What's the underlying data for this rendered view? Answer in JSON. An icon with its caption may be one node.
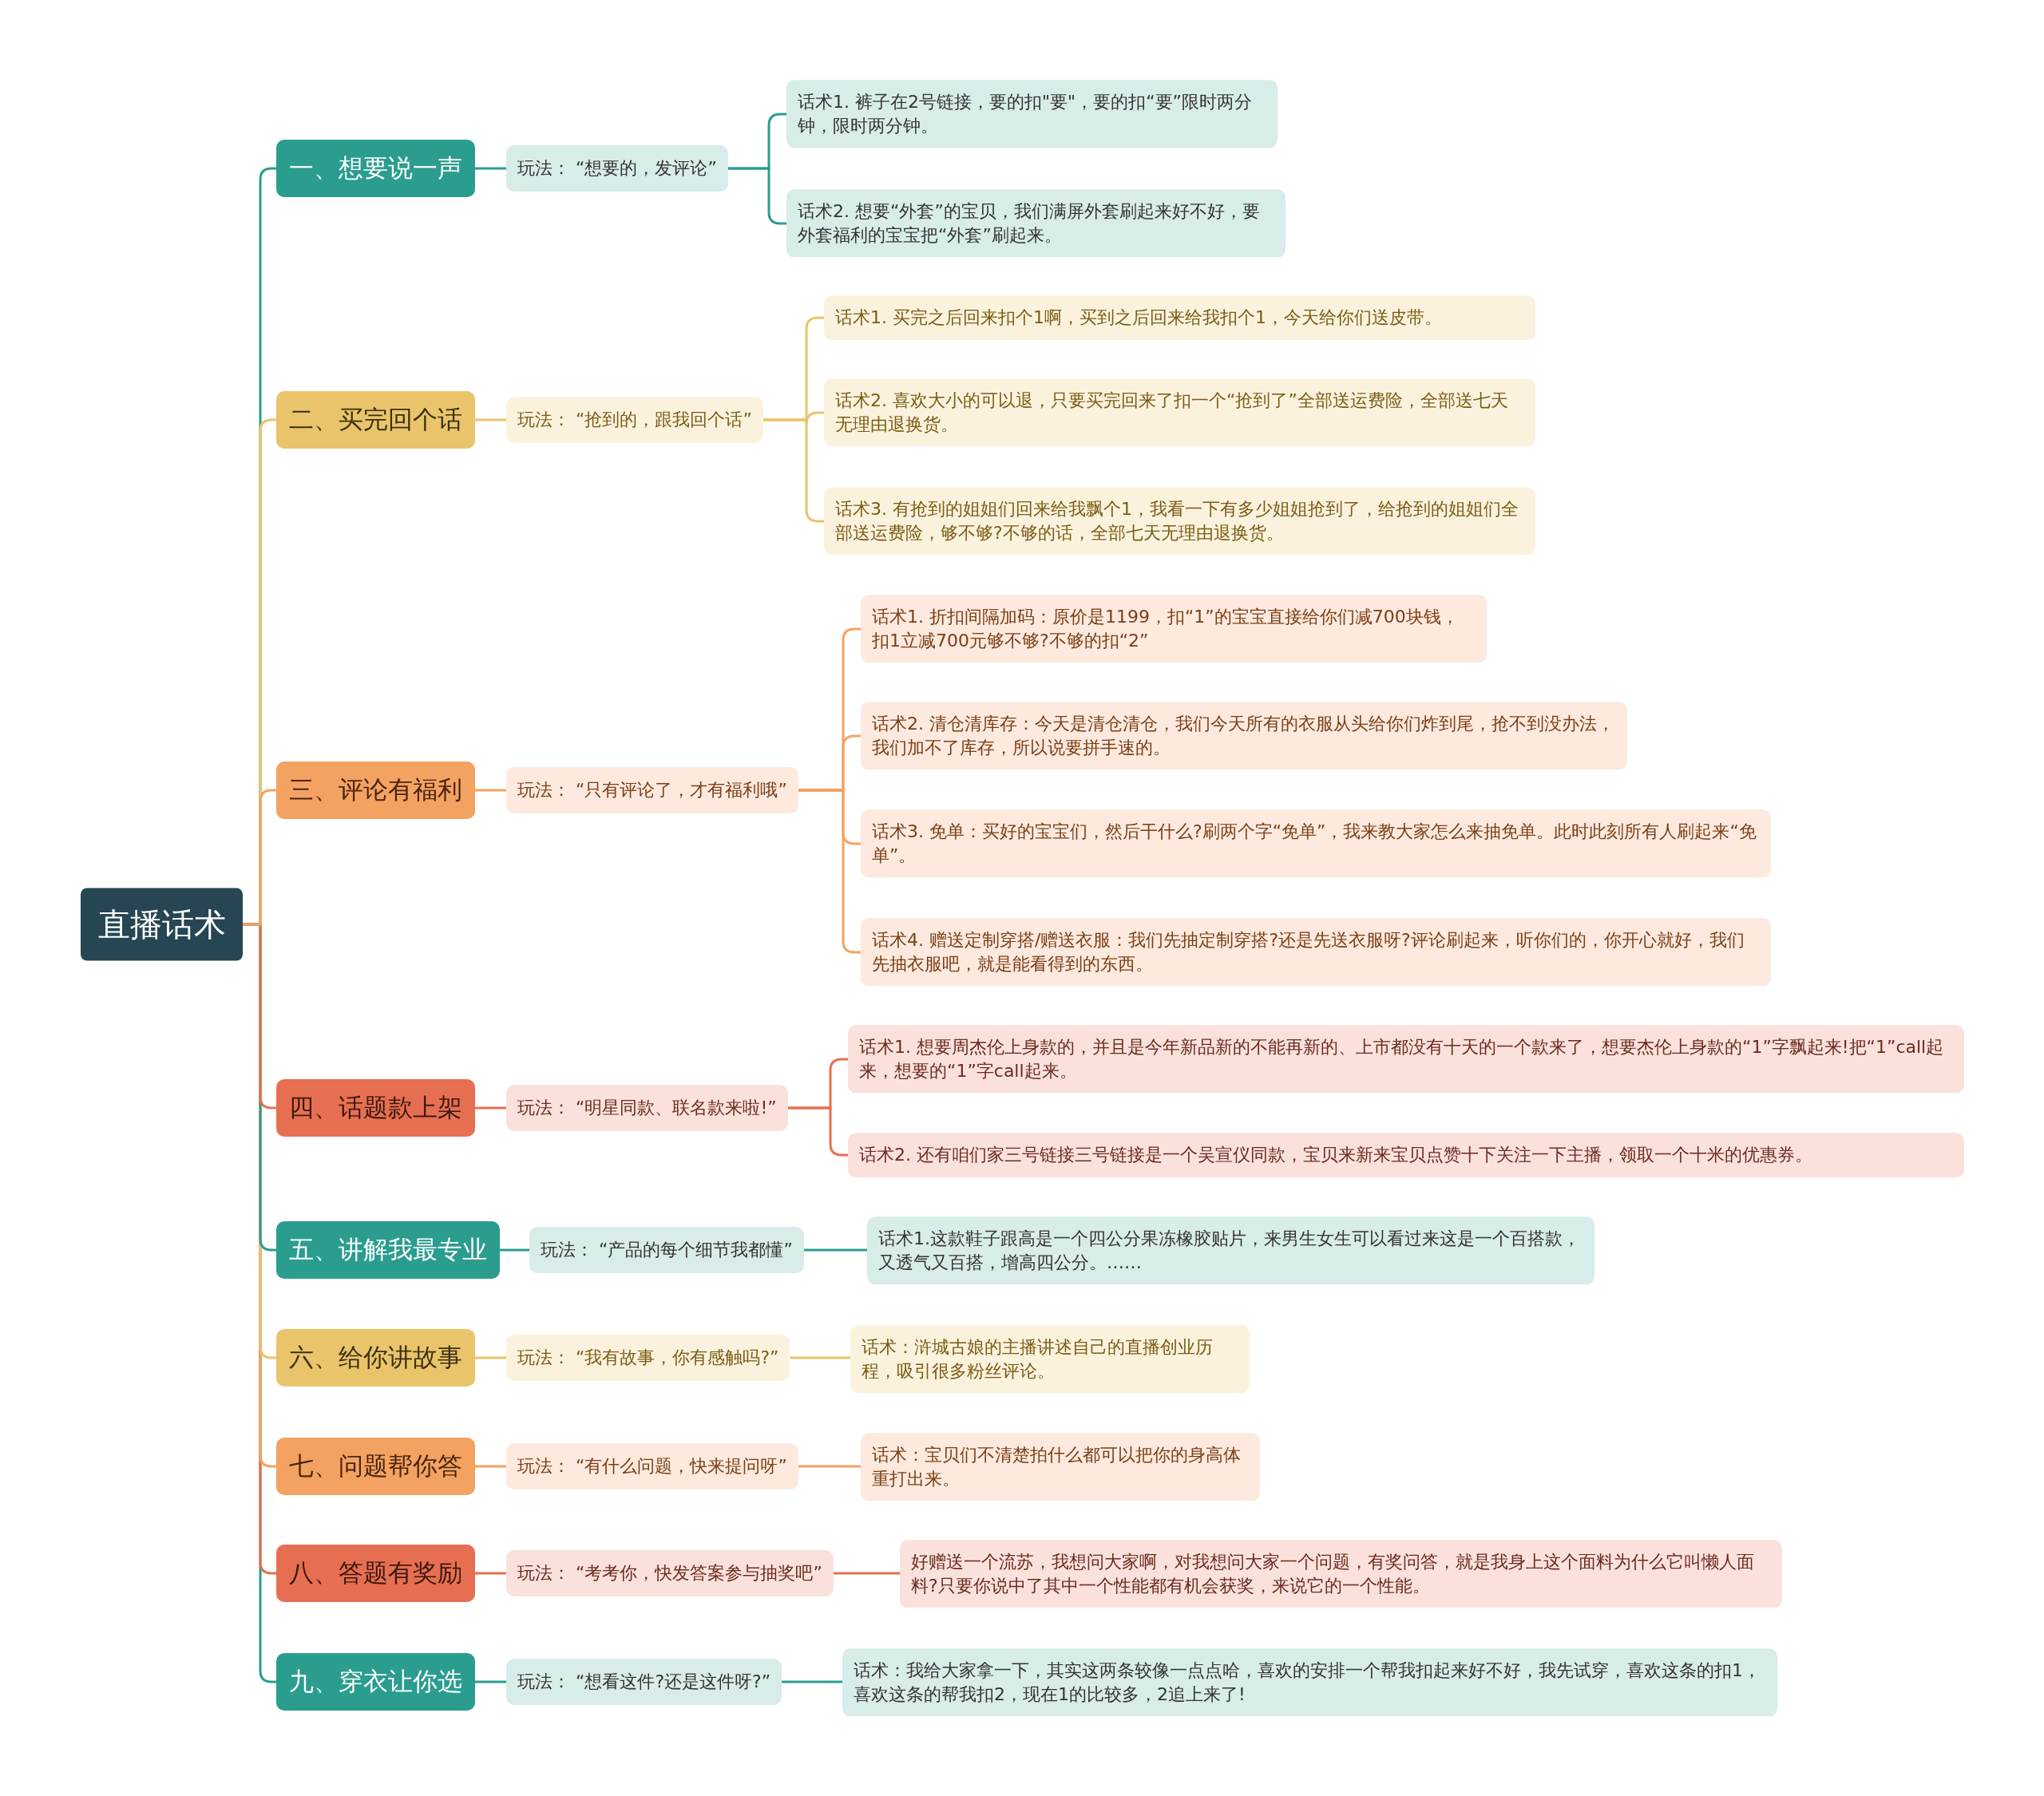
{
  "diagram": {
    "nodes": [
      {
        "text": [
          "直播话术"
        ]
      },
      {
        "text": [
          "一、想要说一声"
        ]
      },
      {
        "text": [
          "玩法： “想要的，发评论”"
        ]
      },
      {
        "text": [
          "话术1. 裤子在2号链接，要的扣\"要\"，要的扣“要”限时两分钟，限时两分钟。"
        ]
      },
      {
        "text": [
          "话术2. 想要“外套”的宝贝，我们满屏外套刷起来好不好，要外套福利的宝宝把“外套”刷起来。"
        ]
      },
      {
        "text": [
          "二、买完回个话"
        ]
      },
      {
        "text": [
          "玩法： “抢到的，跟我回个话”"
        ]
      },
      {
        "text": [
          "话术1. 买完之后回来扣个1啊，买到之后回来给我扣个1，今天给你们送皮带。"
        ]
      },
      {
        "text": [
          "话术2. 喜欢大小的可以退，只要买完回来了扣一个“抢到了”全部送运费险，全部送七天无理由退换货。"
        ]
      },
      {
        "text": [
          "话术3. 有抢到的姐姐们回来给我飘个1，我看一下有多少姐姐抢到了，给抢到的姐姐们全部送运费险，够不够?不够的话，全部七天无理由退换货。"
        ]
      },
      {
        "text": [
          "三、评论有福利"
        ]
      },
      {
        "text": [
          "玩法： “只有评论了，才有福利哦”"
        ]
      },
      {
        "text": [
          "话术1. 折扣间隔加码：原价是1199，扣“1”的宝宝直接给你们减700块钱，扣1立减700元够不够?不够的扣“2”"
        ]
      },
      {
        "text": [
          "话术2. 清仓清库存：今天是清仓清仓，我们今天所有的衣服从头给你们炸到尾，抢不到没办法，我们加不了库存，所以说要拼手速的。"
        ]
      },
      {
        "text": [
          "话术3. 免单：买好的宝宝们，然后干什么?刷两个字“免单”，我来教大家怎么来抽免单。此时此刻所有人刷起来“免单”。"
        ]
      },
      {
        "text": [
          "话术4. 赠送定制穿搭/赠送衣服：我们先抽定制穿搭?还是先送衣服呀?评论刷起来，听你们的，你开心就好，我们先抽衣服吧，就是能看得到的东西。"
        ]
      },
      {
        "text": [
          "四、话题款上架"
        ]
      },
      {
        "text": [
          "玩法： “明星同款、联名款来啦!”"
        ]
      },
      {
        "text": [
          "话术1. 想要周杰伦上身款的，并且是今年新品新的不能再新的、上市都没有十天的一个款来了，想要杰伦上身款的“1”字飘起来!把“1”call起来，想要的“1”字call起来。"
        ]
      },
      {
        "text": [
          "话术2. 还有咱们家三号链接三号链接是一个吴宣仪同款，宝贝来新来宝贝点赞十下关注一下主播，领取一个十米的优惠券。"
        ]
      },
      {
        "text": [
          "五、讲解我最专业"
        ]
      },
      {
        "text": [
          "玩法： “产品的每个细节我都懂”"
        ]
      },
      {
        "text": [
          "话术1.这款鞋子跟高是一个四公分果冻橡胶贴片，来男生女生可以看过来这是一个百搭款，又透气又百搭，增高四公分。……"
        ]
      },
      {
        "text": [
          "六、给你讲故事"
        ]
      },
      {
        "text": [
          "玩法： “我有故事，你有感触吗?”"
        ]
      },
      {
        "text": [
          "话术：浒城古娘的主播讲述自己的直播创业历程，吸引很多粉丝评论。"
        ]
      },
      {
        "text": [
          "七、问题帮你答"
        ]
      },
      {
        "text": [
          "玩法： “有什么问题，快来提问呀”"
        ]
      },
      {
        "text": [
          "话术：宝贝们不清楚拍什么都可以把你的身高体重打出来。"
        ]
      },
      {
        "text": [
          "八、答题有奖励"
        ]
      },
      {
        "text": [
          "玩法： “考考你，快发答案参与抽奖吧”"
        ]
      },
      {
        "text": [
          "好赠送一个流苏，我想问大家啊，对我想问大家一个问题，有奖问答，就是我身上这个面料为什么它叫懒人面料?只要你说中了其中一个性能都有机会获奖，来说它的一个性能。"
        ]
      },
      {
        "text": [
          "九、穿衣让你选"
        ]
      },
      {
        "text": [
          "玩法： “想看这件?还是这件呀?”"
        ]
      },
      {
        "text": [
          "话术：我给大家拿一下，其实这两条较像一点点哈，喜欢的安排一个帮我扣起来好不好，我先试穿，喜欢这条的扣1，喜欢这条的帮我扣2，现在1的比较多，2追上来了!"
        ]
      }
    ],
    "edges": [
      {
        "from": 0,
        "to": 1,
        "arrow": "none"
      },
      {
        "from": 1,
        "to": 2,
        "arrow": "none"
      },
      {
        "from": 2,
        "to": 3,
        "arrow": "none"
      },
      {
        "from": 2,
        "to": 4,
        "arrow": "none"
      },
      {
        "from": 0,
        "to": 5,
        "arrow": "none",
        "color": "#e9c46a"
      },
      {
        "from": 5,
        "to": 6,
        "arrow": "none",
        "color": "#e9c46a"
      },
      {
        "from": 6,
        "to": 7,
        "arrow": "none",
        "color": "#e9c46a"
      },
      {
        "from": 6,
        "to": 8,
        "arrow": "none",
        "color": "#e9c46a"
      },
      {
        "from": 6,
        "to": 9,
        "arrow": "none",
        "color": "#e9c46a"
      },
      {
        "from": 0,
        "to": 10,
        "arrow": "none",
        "color": "#f4a261"
      },
      {
        "from": 10,
        "to": 11,
        "arrow": "none",
        "color": "#f4a261"
      },
      {
        "from": 11,
        "to": 12,
        "arrow": "none",
        "color": "#f4a261"
      },
      {
        "from": 11,
        "to": 13,
        "arrow": "none",
        "color": "#f4a261"
      },
      {
        "from": 11,
        "to": 14,
        "arrow": "none",
        "color": "#f4a261"
      },
      {
        "from": 11,
        "to": 15,
        "arrow": "none",
        "color": "#f4a261"
      },
      {
        "from": 0,
        "to": 16,
        "arrow": "none",
        "color": "#e76f51"
      },
      {
        "from": 16,
        "to": 17,
        "arrow": "none",
        "color": "#e76f51"
      },
      {
        "from": 17,
        "to": 18,
        "arrow": "none",
        "color": "#e76f51"
      },
      {
        "from": 17,
        "to": 19,
        "arrow": "none",
        "color": "#e76f51"
      },
      {
        "from": 0,
        "to": 20,
        "arrow": "none"
      },
      {
        "from": 20,
        "to": 21,
        "arrow": "none"
      },
      {
        "from": 21,
        "to": 22,
        "arrow": "none"
      },
      {
        "from": 0,
        "to": 23,
        "arrow": "none",
        "color": "#e9c46a"
      },
      {
        "from": 23,
        "to": 24,
        "arrow": "none",
        "color": "#e9c46a"
      },
      {
        "from": 24,
        "to": 25,
        "arrow": "none",
        "color": "#e9c46a"
      },
      {
        "from": 0,
        "to": 26,
        "arrow": "none",
        "color": "#f4a261"
      },
      {
        "from": 26,
        "to": 27,
        "arrow": "none",
        "color": "#f4a261"
      },
      {
        "from": 27,
        "to": 28,
        "arrow": "none",
        "color": "#f4a261"
      },
      {
        "from": 0,
        "to": 29,
        "arrow": "none",
        "color": "#e76f51"
      },
      {
        "from": 29,
        "to": 30,
        "arrow": "none",
        "color": "#e76f51"
      },
      {
        "from": 30,
        "to": 31,
        "arrow": "none",
        "color": "#e76f51"
      },
      {
        "from": 0,
        "to": 32,
        "arrow": "none"
      },
      {
        "from": 32,
        "to": 33,
        "arrow": "none"
      },
      {
        "from": 33,
        "to": 34,
        "arrow": "none"
      }
    ]
  }
}
